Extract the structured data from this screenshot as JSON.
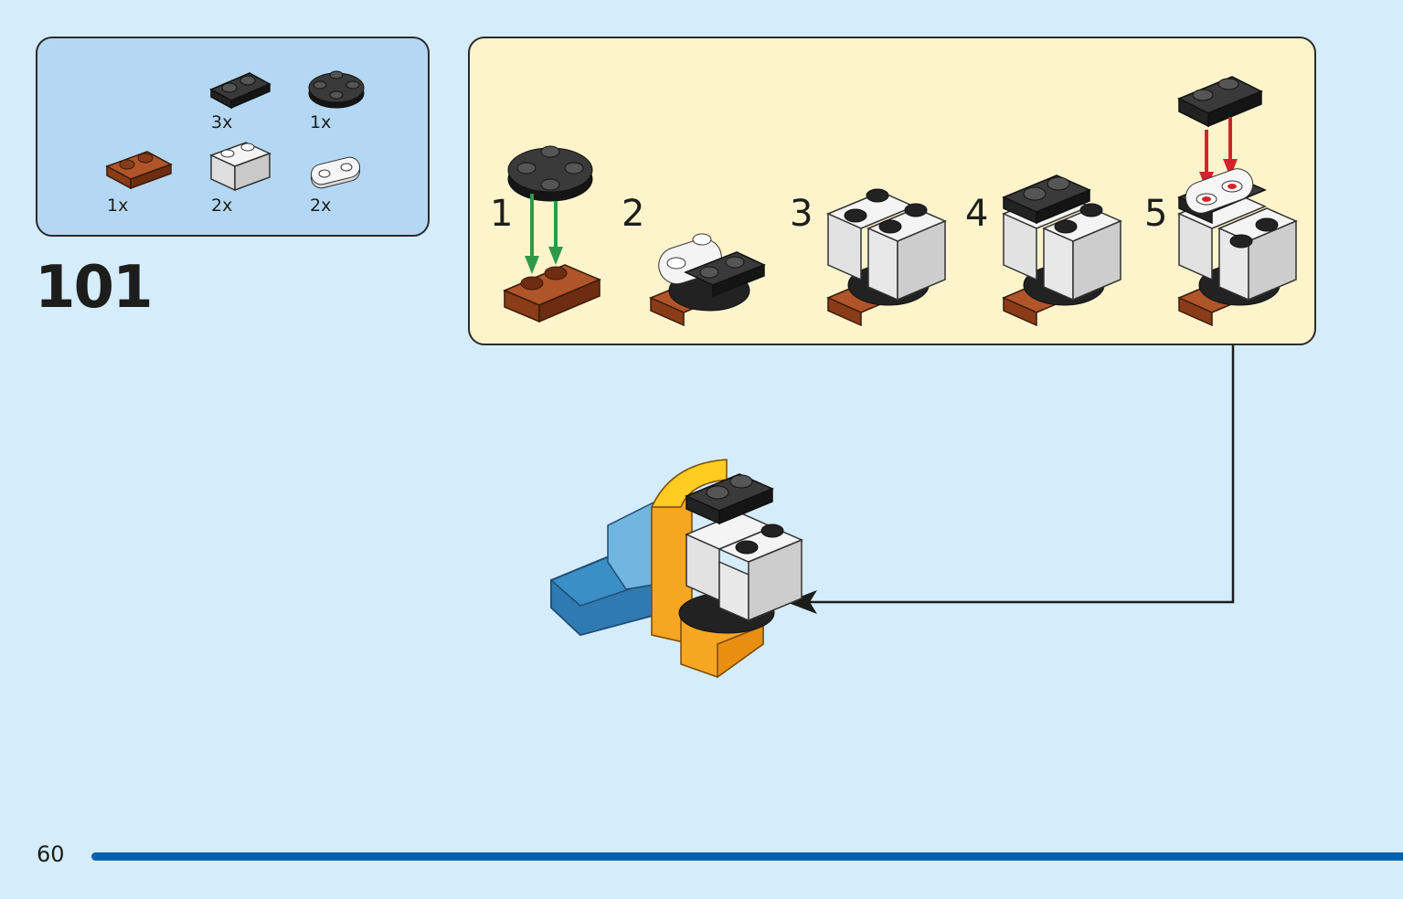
{
  "parts_list": {
    "items": [
      {
        "name": "black-plate-1x2",
        "qty": "3x"
      },
      {
        "name": "black-round-plate-2x2",
        "qty": "1x"
      },
      {
        "name": "brown-plate-1x2-rail",
        "qty": "1x"
      },
      {
        "name": "white-brick-1x2",
        "qty": "2x"
      },
      {
        "name": "white-plate-rounded",
        "qty": "2x"
      }
    ]
  },
  "step": {
    "number": "101"
  },
  "substeps": {
    "labels": [
      "1",
      "2",
      "3",
      "4",
      "5"
    ],
    "arrow_colors": {
      "step1": "#2e9a48",
      "step5": "#d2232a"
    }
  },
  "colors": {
    "page_bg": "#d5ecfa",
    "parts_bg": "#b4d8f4",
    "substep_bg": "#fdf4cc",
    "accent_bar": "#0061ac"
  },
  "footer": {
    "page_number": "60"
  }
}
